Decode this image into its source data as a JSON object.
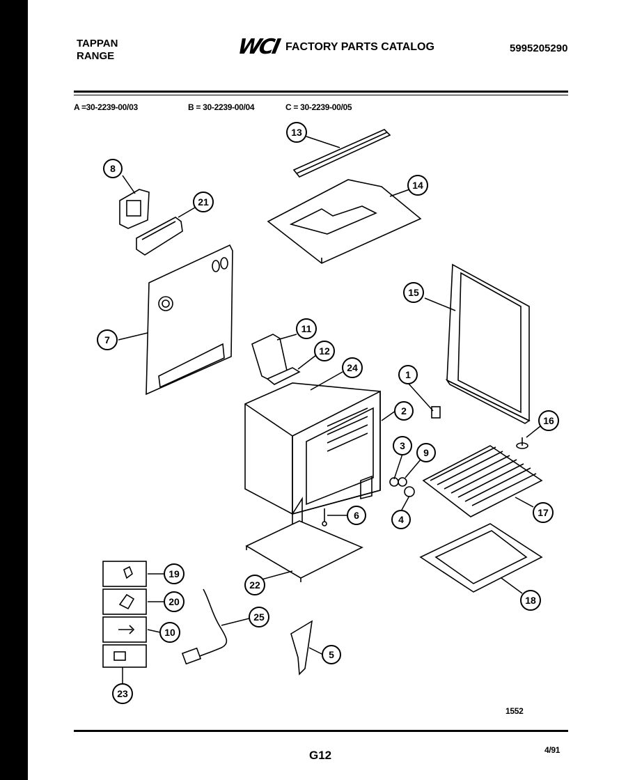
{
  "header": {
    "brand_line1": "TAPPAN",
    "brand_line2": "RANGE",
    "logo_text": "WCI",
    "catalog_title": "FACTORY PARTS CATALOG",
    "catalog_number": "5995205290"
  },
  "models": {
    "a": "A =30-2239-00/03",
    "b": "B = 30-2239-00/04",
    "c": "C = 30-2239-00/05"
  },
  "diagram": {
    "callouts": [
      "1",
      "2",
      "3",
      "4",
      "5",
      "6",
      "7",
      "8",
      "9",
      "10",
      "11",
      "12",
      "13",
      "14",
      "15",
      "16",
      "17",
      "18",
      "19",
      "20",
      "21",
      "22",
      "23",
      "24",
      "25"
    ],
    "drawing_number": "1552"
  },
  "footer": {
    "page_code": "G12",
    "date": "4/91"
  }
}
